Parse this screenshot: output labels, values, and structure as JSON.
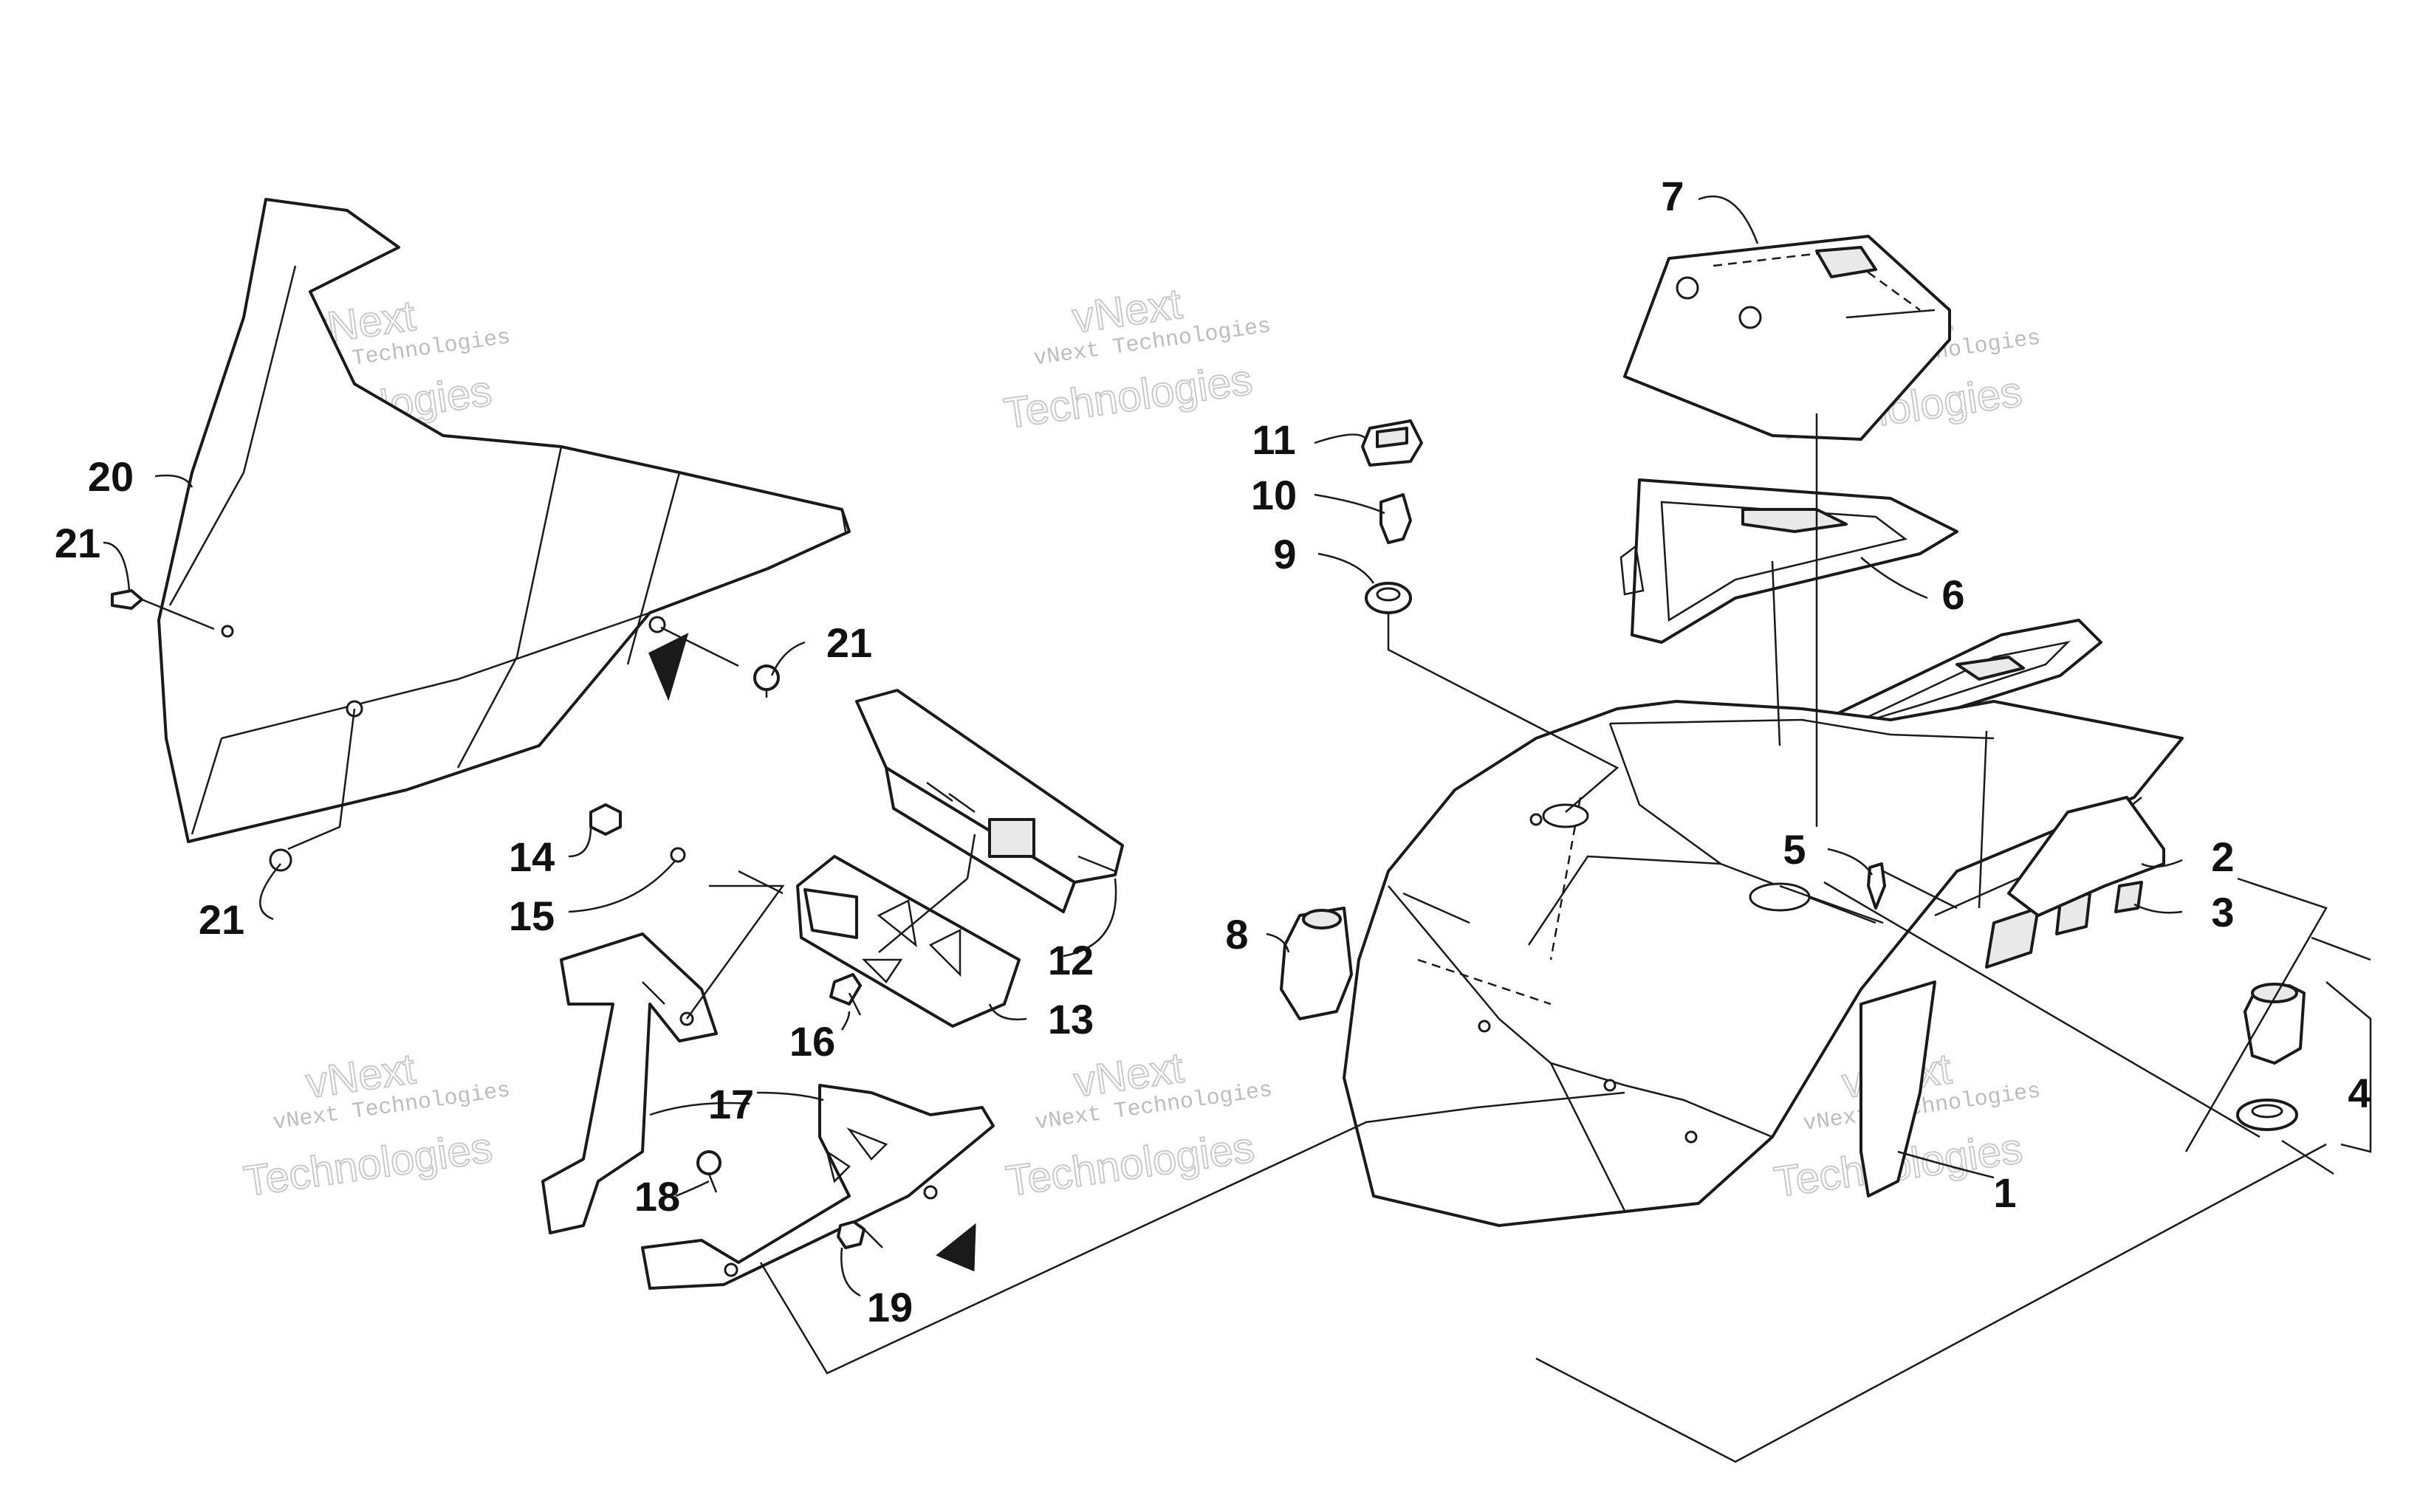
{
  "watermark": {
    "company": "vNext Technologies",
    "word_vnext": "vNext",
    "word_technologies": "Technologies"
  },
  "callouts": [
    "1",
    "2",
    "3",
    "4",
    "5",
    "6",
    "7",
    "8",
    "9",
    "10",
    "11",
    "12",
    "13",
    "14",
    "15",
    "16",
    "17",
    "18",
    "19",
    "20",
    "21",
    "21",
    "21"
  ],
  "colors": {
    "line": "#1a1a1a",
    "background": "#ffffff",
    "watermark": "#c9c9c9"
  }
}
